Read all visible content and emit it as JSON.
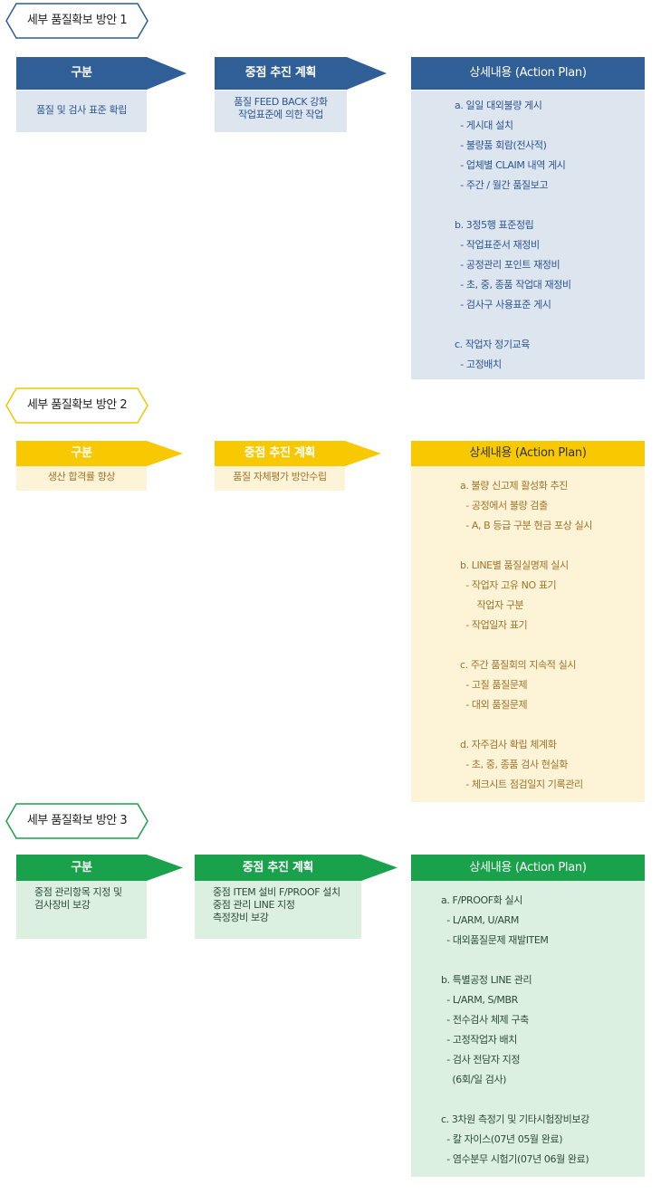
{
  "sections": [
    {
      "tag": "세부 품질확보 방안 1",
      "col1_head": "구분",
      "col1_lines": [
        "품질 및 검사 표준 확립"
      ],
      "col2_head": "중점 추진 계획",
      "col2_lines": [
        "품질 FEED BACK 강화",
        "작업표준에 의한 작업"
      ],
      "plan_head": "상세내용 (Action Plan)",
      "plan_lines": [
        "a. 일일 대외불량 게시",
        "  - 게시대 설치",
        "  - 불량품 회람(전사적)",
        "  - 업체별 CLAIM 내역 게시",
        "  - 주간 / 월간 품질보고",
        "",
        "b. 3정5행 표준정립",
        "  - 작업표준서 재정비",
        "  - 공정관리 포인트 재정비",
        "  - 초, 중, 종품 작업대 재정비",
        "  - 검사구 사용표준 게시",
        "",
        "c. 작업자 정기교육",
        "  - 고정배치"
      ],
      "colors": {
        "accent": "#305f98",
        "box": "#dde5ef",
        "text": "#2c5590"
      }
    },
    {
      "tag": "세부 품질확보 방안 2",
      "col1_head": "구분",
      "col1_lines": [
        "생산 합격률 향상"
      ],
      "col2_head": "중점 추진 계획",
      "col2_lines": [
        "품질 자체평가 방안수립"
      ],
      "plan_head": "상세내용 (Action Plan)",
      "plan_lines": [
        "a. 불량 신고제 활성화 추진",
        "  - 공정에서 불량 검출",
        "  - A, B 등급 구분 현금 포상 실시",
        "",
        "b. LINE별 품질실명제 실시",
        "  - 작업자 고유 NO 표기",
        "      작업자 구분",
        "  - 작업일자 표기",
        "",
        "c. 주간 품질회의 지속적 실시",
        "  - 고질 품질문제",
        "  - 대외 품질문제",
        "",
        "d. 자주검사 확립 체계화",
        "  - 초, 중, 종품 검사 현실화",
        "  - 체크시트 점검일지 기록관리"
      ],
      "colors": {
        "accent": "#f8c800",
        "box": "#fdf3d6",
        "text": "#a0742a"
      }
    },
    {
      "tag": "세부 품질확보 방안 3",
      "col1_head": "구분",
      "col1_lines": [
        "중점 관리항목 지정 및",
        "검사장비 보강"
      ],
      "col2_head": "중점 추진 계획",
      "col2_lines": [
        "중점 ITEM 설비 F/PROOF 설치",
        "중점 관리 LINE 지정",
        "측정장비 보강"
      ],
      "plan_head": "상세내용 (Action Plan)",
      "plan_lines": [
        "a. F/PROOF화 실시",
        "  - L/ARM, U/ARM",
        "  - 대외품질문제 재발ITEM",
        "",
        "b. 특별공정 LINE 관리",
        "  - L/ARM, S/MBR",
        "  - 전수검사 체제 구축",
        "  - 고정작업자 배치",
        "  - 검사 전담자 지정",
        "    (6회/일 검사)",
        "",
        "c. 3차원 측정기 및 기타시험장비보강",
        "  - 칼 자이스(07년 05월 완료)",
        "  - 염수분무 시험기(07년 06월 완료)"
      ],
      "colors": {
        "accent": "#19a24b",
        "box": "#dcf0e2",
        "text": "#2c4b35"
      }
    }
  ]
}
